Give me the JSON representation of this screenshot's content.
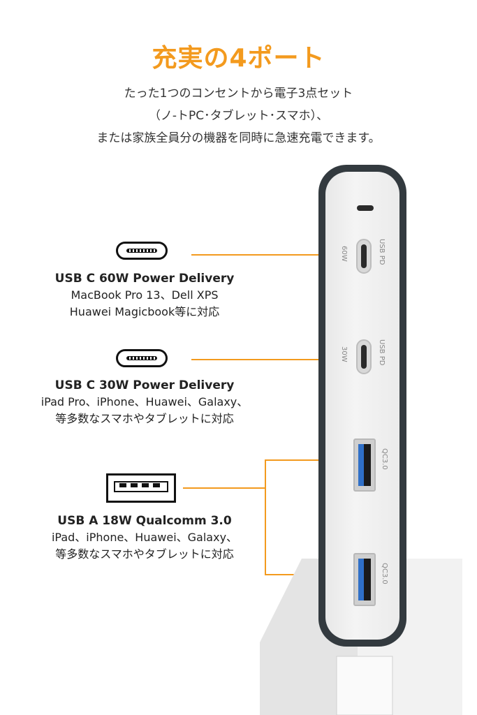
{
  "title": "充実の4ポート",
  "description": [
    "たった1つのコンセントから電子3点セット",
    "（ノ-トPC･タブレット･スマホ）、",
    "または家族全員分の機器を同時に急速充電できます。"
  ],
  "ports": [
    {
      "heading": "USB C 60W Power Delivery",
      "lines": [
        "MacBook Pro 13、Dell XPS",
        "Huawei Magicbook等に対応"
      ],
      "device_label": "USB PD",
      "device_watt": "60W"
    },
    {
      "heading": "USB C 30W Power Delivery",
      "lines": [
        "iPad Pro、iPhone、Huawei、Galaxy、",
        "等多数なスマホやタブレットに対応"
      ],
      "device_label": "USB PD",
      "device_watt": "30W"
    },
    {
      "heading": "USB A 18W Qualcomm 3.0",
      "lines": [
        "iPad、iPhone、Huawei、Galaxy、",
        "等多数なスマホやタブレットに対応"
      ],
      "device_label_1": "QC3.0",
      "device_label_2": "QC3.0"
    }
  ],
  "colors": {
    "accent": "#f39a1e",
    "device_body": "#333a3f",
    "usb3_blue": "#2f6fc7"
  }
}
